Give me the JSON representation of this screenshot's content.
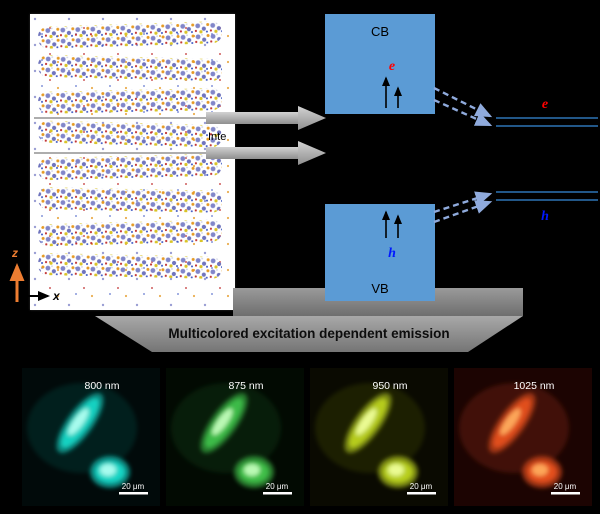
{
  "figure": {
    "axis": {
      "z": "z",
      "x": "x"
    },
    "interlayer": {
      "label": "Inte"
    },
    "band_diagram": {
      "cb_label": "CB",
      "vb_label": "VB",
      "electron_symbol": "e",
      "hole_symbol": "h",
      "electron_line_symbol": "e",
      "hole_line_symbol": "h"
    },
    "banner": {
      "text": "Multicolored excitation dependent emission"
    },
    "micrographs": [
      {
        "label": "800 nm",
        "scale_label": "20 μm",
        "cell_color": "#17d9c9",
        "cell_bright": "#b8fff2",
        "bg": "#010a0a"
      },
      {
        "label": "875 nm",
        "scale_label": "20 μm",
        "cell_color": "#3fc24a",
        "cell_bright": "#c8ffc0",
        "bg": "#020a02"
      },
      {
        "label": "950 nm",
        "scale_label": "20 μm",
        "cell_color": "#bcd41c",
        "cell_bright": "#f0ffa0",
        "bg": "#0a0a01"
      },
      {
        "label": "1025 nm",
        "scale_label": "20 μm",
        "cell_color": "#e8501e",
        "cell_bright": "#ffb060",
        "bg": "#1c0402"
      }
    ],
    "colors": {
      "band_fill": "#5b9bd5",
      "electron_red": "#ff0000",
      "hole_blue": "#0018ff",
      "dashed_arrow": "#8faadc",
      "carrier_line": "#2e74b5",
      "banner_gray": "#8c8c8c",
      "axis_orange": "#ed7d31"
    }
  }
}
